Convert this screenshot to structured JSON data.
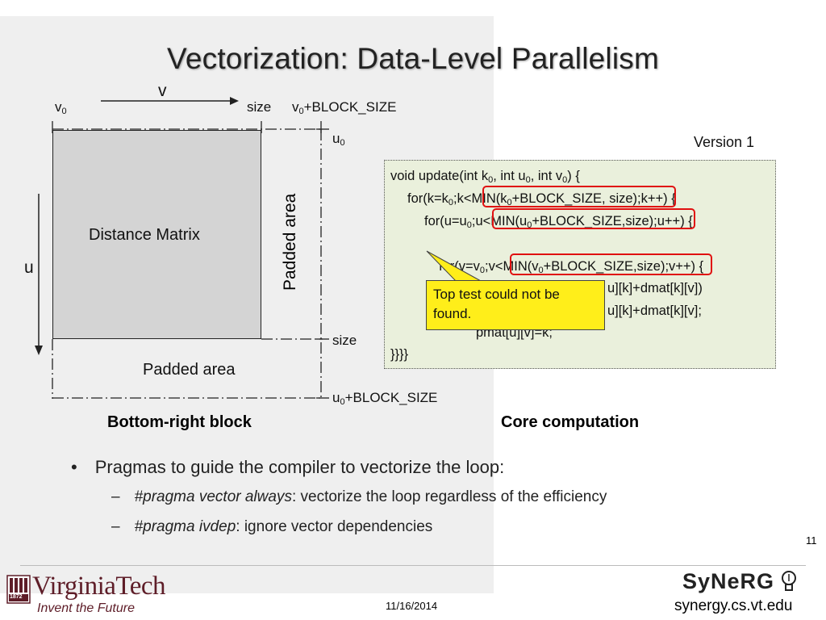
{
  "title": "Vectorization: Data-Level Parallelism",
  "diagram": {
    "v_label": "v",
    "v0": "v",
    "v0_sub": "0",
    "size_top": "size",
    "v0_block": "v",
    "v0_block_sub": "0",
    "v0_block_rest": "+BLOCK_SIZE",
    "u0": "u",
    "u0_sub": "0",
    "u_label": "u",
    "size_right": "size",
    "u0_block": "u",
    "u0_block_sub": "0",
    "u0_block_rest": "+BLOCK_SIZE",
    "matrix_label": "Distance Matrix",
    "padded_right": "Padded area",
    "padded_bottom": "Padded area",
    "caption": "Bottom-right block"
  },
  "code": {
    "version": "Version 1",
    "l1a": "void update(int k",
    "l1b": "0",
    "l1c": ", int u",
    "l1d": "0",
    "l1e": ", int v",
    "l1f": "0",
    "l1g": ") {",
    "l2a": "for(k=k",
    "l2b": "0",
    "l2c": ";k<MIN(k",
    "l2d": "0",
    "l2e": "+BLOCK_SIZE, size);k++) {",
    "l3a": "for(u=u",
    "l3b": "0",
    "l3c": ";u<MIN(u",
    "l3d": "0",
    "l3e": "+BLOCK_SIZE,size);u++) {",
    "l4a": "for(v=v",
    "l4b": "0",
    "l4c": ";v<MIN(v",
    "l4d": "0",
    "l4e": "+BLOCK_SIZE,size);v++) {",
    "l5": "u][k]+dmat[k][v])",
    "l6": "u][k]+dmat[k][v];",
    "l7": "pmat[u][v]=k;",
    "l8": "}}}}",
    "caption": "Core computation"
  },
  "callout": {
    "text": "Top test could not be found."
  },
  "bullets": {
    "main": "Pragmas to guide the compiler to vectorize the loop:",
    "s1_em": "#pragma vector always",
    "s1_rest": ": vectorize the loop regardless of the efficiency",
    "s2_em": "#pragma ivdep",
    "s2_rest": ": ignore vector dependencies",
    "dash": "–",
    "dot": "•"
  },
  "footer": {
    "page": "11",
    "date": "11/16/2014",
    "vt_name": "VirginiaTech",
    "vt_tag": "Invent the Future",
    "vt_year": "1872",
    "synergy": "SyNeRG",
    "url": "synergy.cs.vt.edu"
  },
  "colors": {
    "vt_maroon": "#5e1d28",
    "callout_yellow": "#ffee1a",
    "highlight_red": "#e01010",
    "code_bg": "#eaf0dc"
  }
}
